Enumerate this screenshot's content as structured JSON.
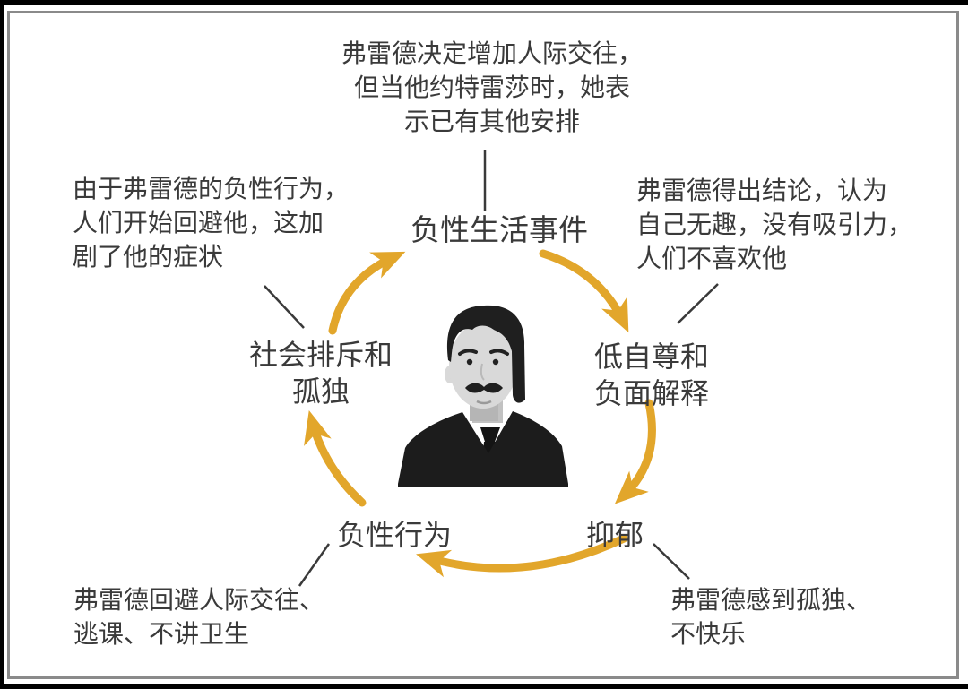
{
  "figure": {
    "type": "cycle-diagram",
    "topic": "depression-vicious-cycle",
    "colors": {
      "arrow": "#E2A62B",
      "text": "#3A3A3A",
      "connector": "#3A3A3A",
      "border": "#8A8A8A",
      "frame_edge": "#000000",
      "face": "#D9D9D9",
      "hair": "#1F1F1F",
      "suit": "#1C1C1C",
      "tie": "#141414",
      "shirt": "#FFFFFF",
      "neck_shadow": "#C2C2C2"
    },
    "nodes": {
      "negative_life_events": "负性生活事件",
      "low_self_esteem": "低自尊和\n负面解释",
      "depression": "抑郁",
      "negative_behavior": "负性行为",
      "social_rejection": "社会排斥和\n孤独"
    },
    "cycle_order": [
      "negative_life_events",
      "low_self_esteem",
      "depression",
      "negative_behavior",
      "social_rejection"
    ],
    "annotations": {
      "top": "弗雷德决定增加人际交往，\n但当他约特雷莎时，她表\n示已有其他安排",
      "right": "弗雷德得出结论，认为\n自己无趣，没有吸引力，\n人们不喜欢他",
      "left": "由于弗雷德的负性行为，\n人们开始回避他，这加\n剧了他的症状",
      "bottom_left": "弗雷德回避人际交往、\n逃课、不讲卫生",
      "bottom_right": "弗雷德感到孤独、\n不快乐"
    }
  }
}
